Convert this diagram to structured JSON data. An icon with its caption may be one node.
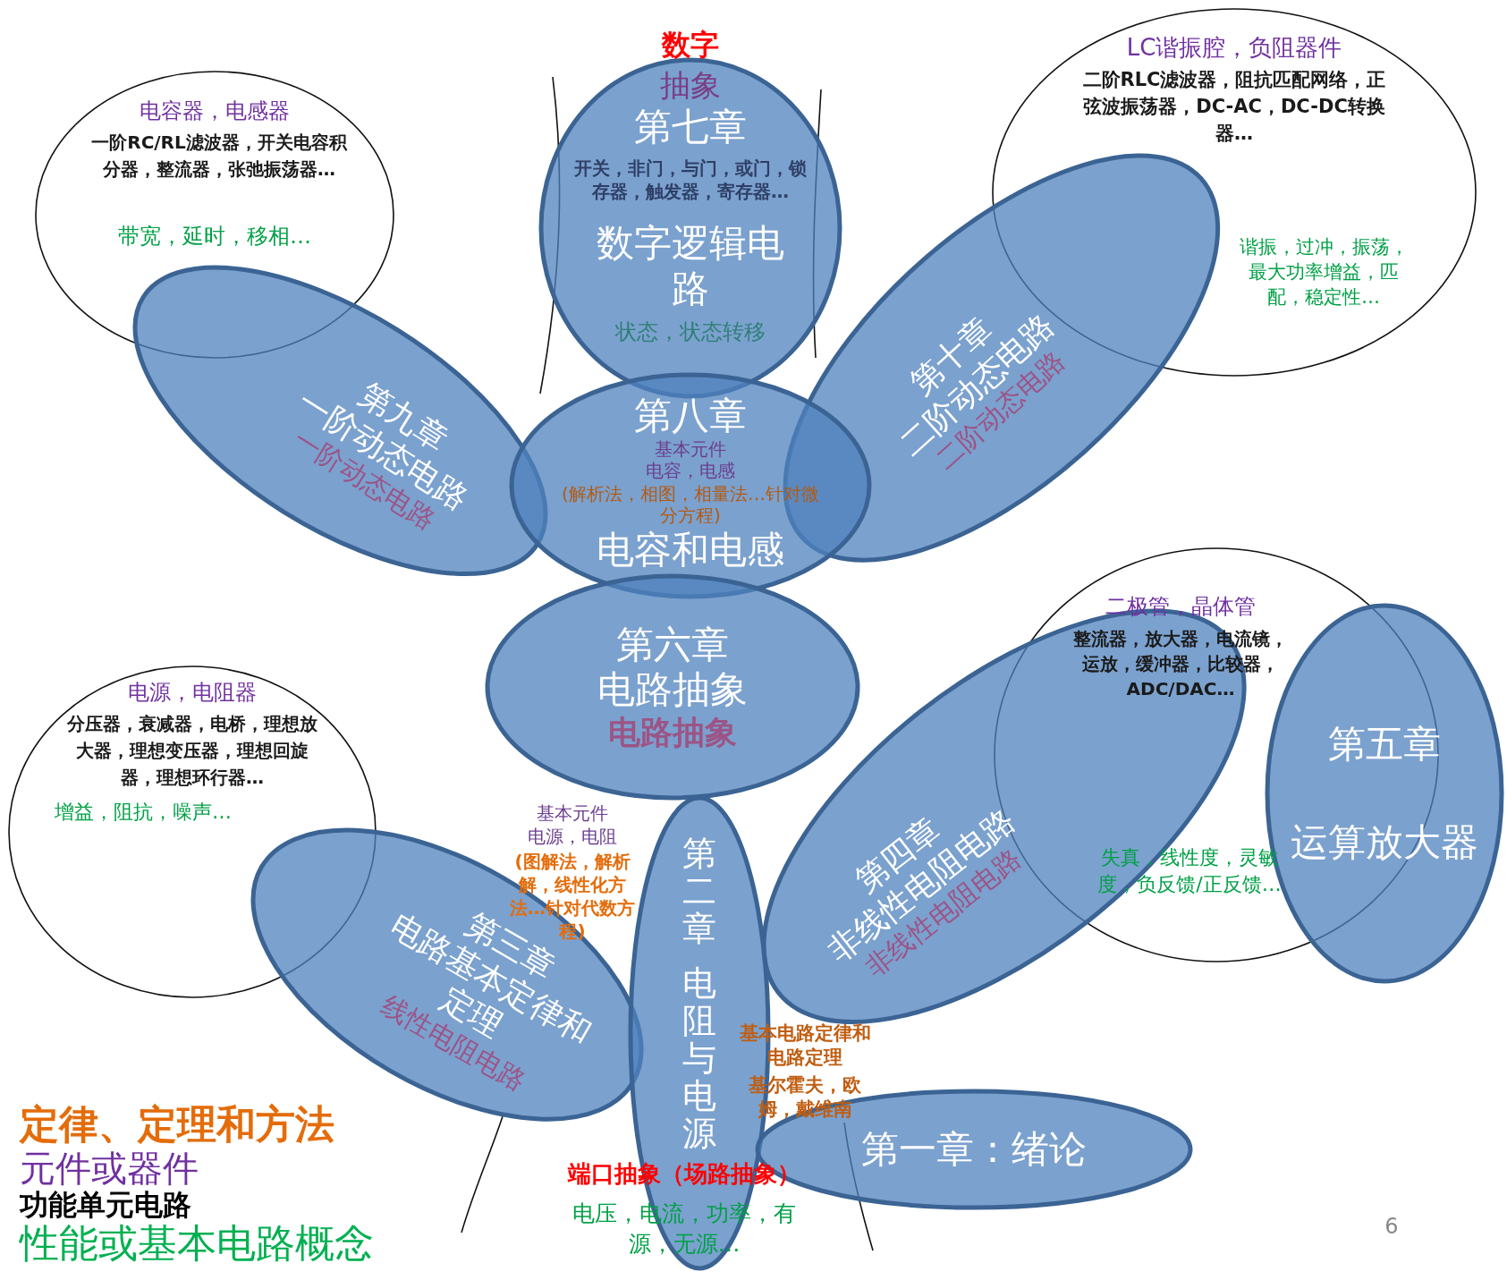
{
  "diagram": {
    "nodes": [
      {
        "text": [
          "第七章",
          "数字逻辑电路"
        ]
      },
      {
        "text": [
          "LC谐振腔，负阻器件",
          "二阶RLC滤波器，阻抗匹配网络，正弦波振荡器，DC-AC，DC-DC转换器…",
          "谐振，过冲，振荡，最大功率增益，匹配，稳定性…"
        ]
      },
      {
        "text": [
          "电容器，电感器",
          "一阶RC/RL滤波器，开关电容积分器，整流器，张弛振荡器…",
          "带宽，延时，移相…"
        ]
      },
      {
        "text": [
          "第九章",
          "一阶动态电路",
          "一阶动态电路"
        ]
      },
      {
        "text": [
          "第十章",
          "二阶动态电路",
          "二阶动态电路"
        ]
      },
      {
        "text": [
          "第八章",
          "电容和电感"
        ]
      },
      {
        "text": [
          "第六章",
          "电路抽象",
          "电路抽象"
        ]
      },
      {
        "text": [
          "二极管，晶体管",
          "整流器，放大器，电流镜，运放，缓冲器，比较器，ADC/DAC…",
          "失真，线性度，灵敏度，负反馈/正反馈…"
        ]
      },
      {
        "text": [
          "第五章",
          "运算放大器"
        ]
      },
      {
        "text": [
          "电源，电阻器",
          "分压器，衰减器，电桥，理想放大器，理想变压器，理想回旋器，理想环行器…",
          "增益，阻抗，噪声…"
        ]
      },
      {
        "text": [
          "第四章",
          "非线性电阻电路",
          "非线性电阻电路"
        ]
      },
      {
        "text": [
          "第三章",
          "电路基本定律和定理",
          "线性电阻电路"
        ]
      },
      {
        "text": [
          "第二章",
          "电阻与电源"
        ]
      },
      {
        "text": [
          "第一章：绪论"
        ]
      }
    ],
    "labels": [
      "数字",
      "抽象",
      "开关，非门，与门，或门，锁存器，触发器，寄存器…",
      "状态，状态转移",
      "基本元件",
      "电容，电感",
      "(解析法，相图，相量法…针对微分方程)",
      "基本元件",
      "电源，电阻",
      "(图解法，解析解，线性化方法…针对代数方程)",
      "基本电路定律和电路定理",
      "基尔霍夫，欧姆，戴维南",
      "端口抽象（场路抽象）",
      "电压，电流，功率，有源，无源…",
      "6"
    ],
    "legend": [
      {
        "text": "定律、定理和方法",
        "color": "#e46c0a"
      },
      {
        "text": "元件或器件",
        "color": "#7030a0"
      },
      {
        "text": "功能单元电路",
        "color": "#000000"
      },
      {
        "text": "性能或基本电路概念",
        "color": "#00b050"
      }
    ]
  }
}
